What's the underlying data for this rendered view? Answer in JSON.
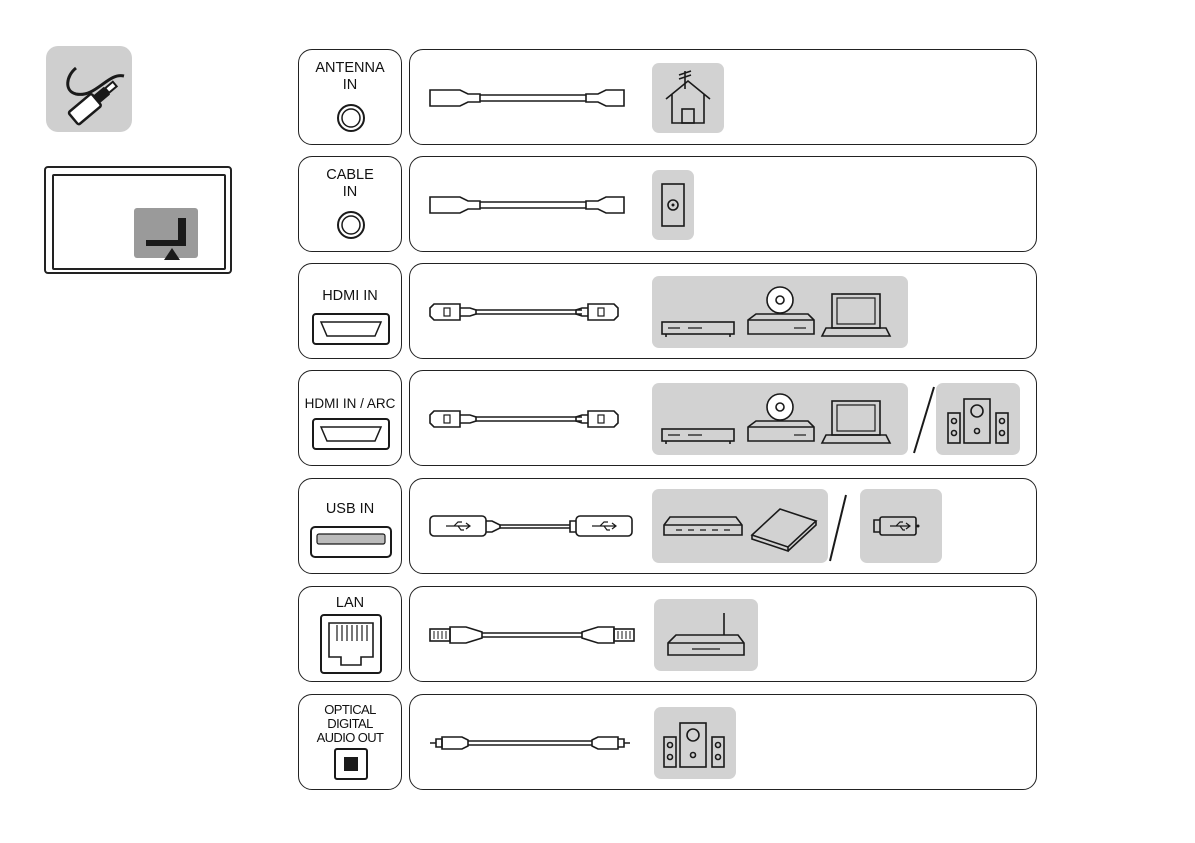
{
  "ports": [
    {
      "id": "antenna",
      "label": "ANTENNA\nIN"
    },
    {
      "id": "cable",
      "label": "CABLE\nIN"
    },
    {
      "id": "hdmi",
      "label": "HDMI IN"
    },
    {
      "id": "hdmi-arc",
      "label": "HDMI IN / ARC"
    },
    {
      "id": "usb",
      "label": "USB IN"
    },
    {
      "id": "lan",
      "label": "LAN"
    },
    {
      "id": "optical",
      "label": "OPTICAL\nDIGITAL\nAUDIO OUT"
    }
  ],
  "icons": {
    "badge": "cable-plug-icon",
    "tv": "tv-rear-panel-icon",
    "antenna_device": "house-antenna-icon",
    "cable_device": "wall-outlet-icon",
    "hdmi_devices": [
      "set-top-box-icon",
      "disc-player-icon",
      "laptop-icon"
    ],
    "arc_audio": "speaker-system-icon",
    "usb_devices": [
      "usb-hub-icon",
      "external-hdd-icon",
      "usb-stick-icon"
    ],
    "lan_device": "router-icon",
    "optical_device": "speaker-system-icon"
  },
  "colors": {
    "panel_gray": "#d2d2d2",
    "badge_gray": "#cfcfcf",
    "line": "#1a1a1a"
  }
}
